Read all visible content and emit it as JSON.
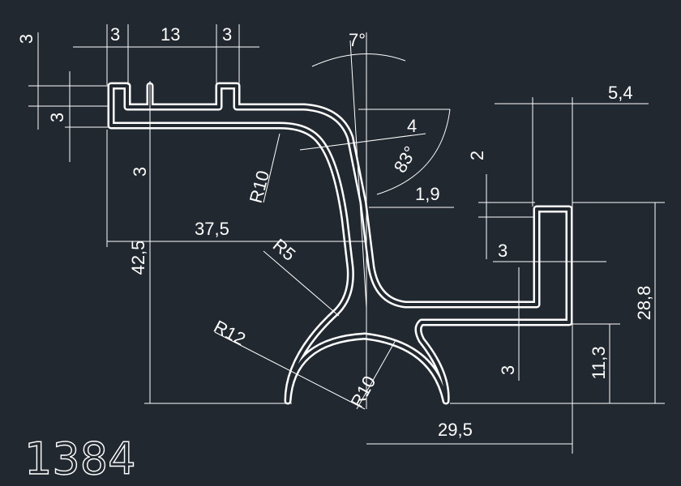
{
  "drawing": {
    "part_number": "1384",
    "dimensions": {
      "d_3_top_left": "3",
      "d_13": "13",
      "d_3_top_right": "3",
      "d_3_vertical_top": "3",
      "d_3_vertical_side": "3",
      "d_3_vertical_mid": "3",
      "d_7deg": "7°",
      "d_4": "4",
      "d_83deg": "83°",
      "d_R10_upper": "R10",
      "d_1_9": "1,9",
      "d_5_4": "5,4",
      "d_2": "2",
      "d_37_5": "37,5",
      "d_42_5": "42,5",
      "d_R5": "R5",
      "d_3_right": "3",
      "d_28_8": "28,8",
      "d_R12": "R12",
      "d_R10_lower": "R10",
      "d_3_lower": "3",
      "d_11_3": "11,3",
      "d_29_5": "29,5"
    },
    "colors": {
      "background": "#212830",
      "lines": "#ffffff"
    }
  }
}
